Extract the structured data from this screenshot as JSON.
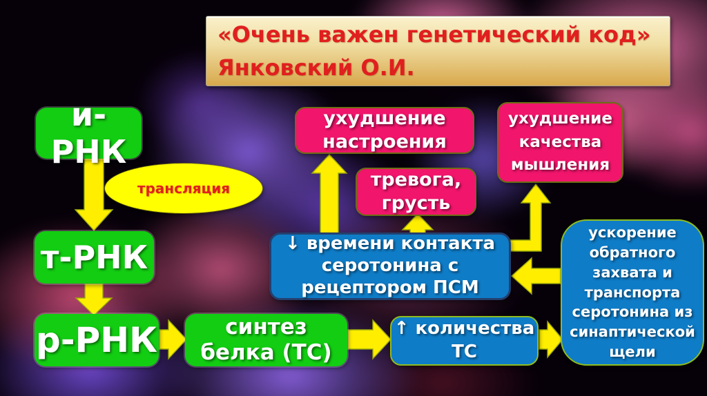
{
  "title": {
    "text": "«Очень важен генетический код»\nЯнковский О.И."
  },
  "nodes": {
    "irnk": {
      "label": "и-РНК"
    },
    "translation": {
      "label": "трансляция"
    },
    "trnk": {
      "label": "т-РНК"
    },
    "rrnk": {
      "label": "р-РНК"
    },
    "sintez": {
      "label": "синтез\nбелка (ТС)"
    },
    "mood": {
      "label": "ухудшение\nнастроения"
    },
    "anxiety": {
      "label": "тревога,\nгрусть"
    },
    "thinking": {
      "label": "ухудшение\nкачества\nмышления"
    },
    "contact": {
      "label": "↓ времени контакта\nсеротонина с\nрецептором ПСМ"
    },
    "amount": {
      "label": "↑ количества\nТС"
    },
    "reuptake": {
      "label": "ускорение\nобратного\nзахвата и\nтранспорта\nсеротонина из\nсинаптической\nщели"
    }
  },
  "edges": [
    {
      "from": "и-РНК",
      "to": "т-РНК"
    },
    {
      "from": "т-РНК",
      "to": "р-РНК"
    },
    {
      "from": "р-РНК",
      "to": "синтез белка (ТС)"
    },
    {
      "from": "синтез белка (ТС)",
      "to": "↑ количества ТС"
    },
    {
      "from": "↑ количества ТС",
      "to": "ускорение обратного захвата и транспорта серотонина из синаптической щели"
    },
    {
      "from": "ускорение обратного захвата и транспорта серотонина из синаптической щели",
      "to": "↓ времени контакта серотонина с рецептором ПСМ"
    },
    {
      "from": "↓ времени контакта серотонина с рецептором ПСМ",
      "to": "ухудшение настроения"
    },
    {
      "from": "↓ времени контакта серотонина с рецептором ПСМ",
      "to": "тревога, грусть"
    },
    {
      "from": "↓ времени контакта серотонина с рецептором ПСМ",
      "to": "ухудшение качества мышления"
    }
  ],
  "colors": {
    "green": "#12cd12",
    "pink": "#f1156c",
    "blue": "#0f7cc7",
    "yellow": "#ffee00",
    "ellipse": "#ffff00",
    "ellipse-text": "#e32020",
    "title-text": "#e01f1f",
    "title-bg-top": "#faf0cc",
    "title-bg-bottom": "#d8a84c"
  }
}
